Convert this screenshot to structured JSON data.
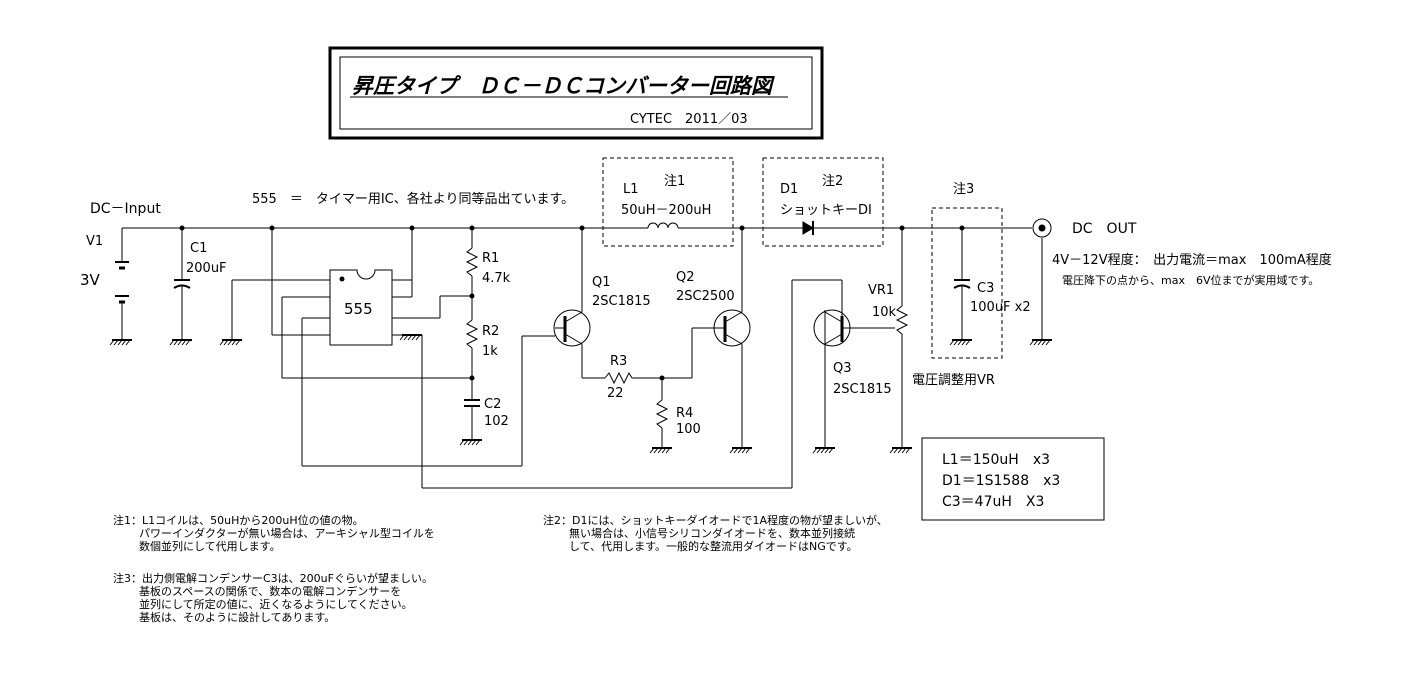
{
  "title": {
    "main": "昇圧タイプ　ＤＣ－ＤＣコンバーター回路図",
    "sub": "CYTEC　2011／03"
  },
  "header_note": "555　＝　タイマー用IC、各社より同等品出ています。",
  "labels": {
    "dc_input": "DC－Input",
    "v1": "V1",
    "v1_value": "3V",
    "c1": "C1",
    "c1_value": "200uF",
    "ic": "555",
    "r1": "R1",
    "r1_value": "4.7k",
    "r2": "R2",
    "r2_value": "1k",
    "c2": "C2",
    "c2_value": "102",
    "q1": "Q1",
    "q1_part": "2SC1815",
    "q2": "Q2",
    "q2_part": "2SC2500",
    "r3": "R3",
    "r3_value": "22",
    "r4": "R4",
    "r4_value": "100",
    "l1": "L1",
    "l1_note": "注1",
    "l1_value": "50uH－200uH",
    "d1": "D1",
    "d1_note": "注2",
    "d1_value": "ショットキーDI",
    "c3_note": "注3",
    "c3": "C3",
    "c3_value": "100uF x2",
    "vr1": "VR1",
    "vr1_value": "10k",
    "vr1_desc": "電圧調整用VR",
    "q3": "Q3",
    "q3_part": "2SC1815",
    "dc_out": "DC　OUT",
    "out_spec": "4V－12V程度：　出力電流＝max　100mA程度",
    "out_spec2": "電圧降下の点から、max　6V位までが実用域です。"
  },
  "bom": [
    "L1＝150uH　x3",
    "D1＝1S1588　x3",
    "C3＝47uH　X3"
  ],
  "notes": {
    "n1": [
      "注1：L1コイルは、50uHから200uH位の値の物。",
      "パワーインダクターが無い場合は、アーキシャル型コイルを",
      "数個並列にして代用します。"
    ],
    "n2": [
      "注2：D1には、ショットキーダイオードで1A程度の物が望ましいが、",
      "無い場合は、小信号シリコンダイオードを、数本並列接続",
      "して、代用します。一般的な整流用ダイオードはNGです。"
    ],
    "n3": [
      "注3：出力側電解コンデンサーC3は、200uFぐらいが望ましい。",
      "基板のスペースの関係で、数本の電解コンデンサーを",
      "並列にして所定の値に、近くなるようにしてください。",
      "基板は、そのように設計してあります。"
    ]
  }
}
